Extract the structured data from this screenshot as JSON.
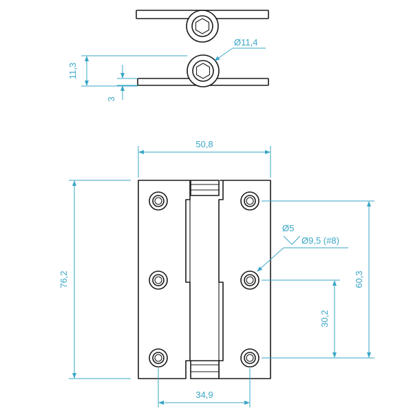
{
  "dimensions": {
    "pin_diameter": "Ø11,4",
    "closed_thickness": "11,3",
    "leaf_thickness": "3",
    "overall_width": "50,8",
    "overall_height": "76,2",
    "hole_span_vertical": "60,3",
    "hole_span_half": "30,2",
    "hole_span_horizontal": "34,9",
    "hole_diameter": "Ø5",
    "countersink_diameter": "Ø9,5 (#8)"
  },
  "colors": {
    "outline": "#1a1a1a",
    "dimension": "#3aa6c6"
  }
}
